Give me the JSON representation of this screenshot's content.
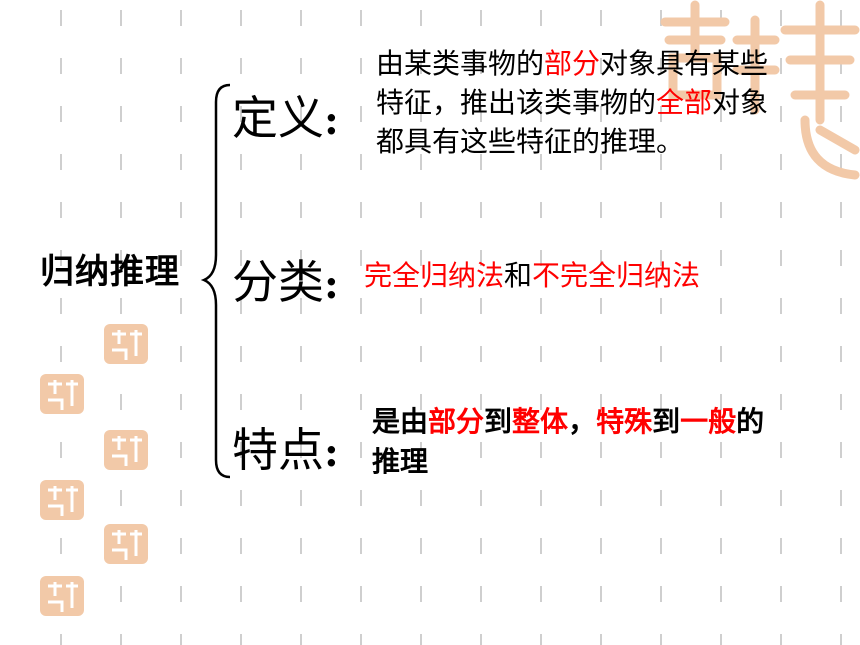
{
  "topic": "归纳推理",
  "branches": {
    "definition": {
      "label": "定义",
      "colon": ":",
      "text_parts": [
        "由某类事物的",
        "部分",
        "对象具有某些特征，推出该类事物的",
        "全部",
        "对象都具有这些特征的推理。"
      ]
    },
    "classification": {
      "label": "分类",
      "colon": ":",
      "text_parts": [
        "完全归纳法",
        "和",
        "不完全归纳法"
      ]
    },
    "feature": {
      "label": "特点",
      "colon": ":",
      "text_parts": [
        "是由",
        "部分",
        "到",
        "整体",
        "，",
        "特殊",
        "到",
        "一般",
        "的推理"
      ]
    }
  },
  "colors": {
    "highlight": "#ff0000",
    "text": "#000000",
    "seal": "#f2c9a8",
    "grid": "#cfcfcf"
  }
}
